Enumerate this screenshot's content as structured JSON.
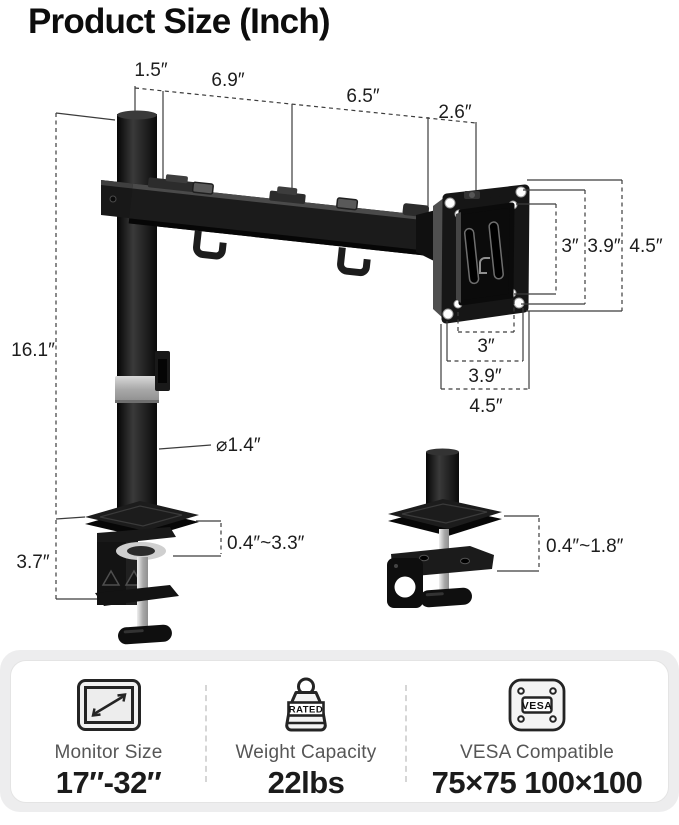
{
  "title": "Product Size (Inch)",
  "colors": {
    "product_black": "#161616",
    "metal_silver": "#c0c0c0",
    "dimension_ink": "#1d1d1d",
    "band_background": "#ededee",
    "card_background": "#ffffff",
    "label_gray": "#565656"
  },
  "dimensions": {
    "arm_segments": [
      "1.5″",
      "6.9″",
      "6.5″",
      "2.6″"
    ],
    "vesa_vertical": [
      "3″",
      "3.9″",
      "4.5″"
    ],
    "vesa_horizontal": [
      "3″",
      "3.9″",
      "4.5″"
    ],
    "pole_height": "16.1″",
    "pole_diameter": "⌀1.4″",
    "clamp_height": "3.7″",
    "clamp_range": "0.4″~3.3″",
    "grommet_range": "0.4″~1.8″"
  },
  "features": {
    "items": [
      {
        "icon": "monitor-size-icon",
        "label": "Monitor Size",
        "value": "17″-32″"
      },
      {
        "icon": "weight-capacity-icon",
        "label": "Weight Capacity",
        "value": "22lbs",
        "icon_text": "RATED"
      },
      {
        "icon": "vesa-icon",
        "label": "VESA Compatible",
        "value": "75×75 100×100",
        "icon_text": "VESA"
      }
    ]
  }
}
